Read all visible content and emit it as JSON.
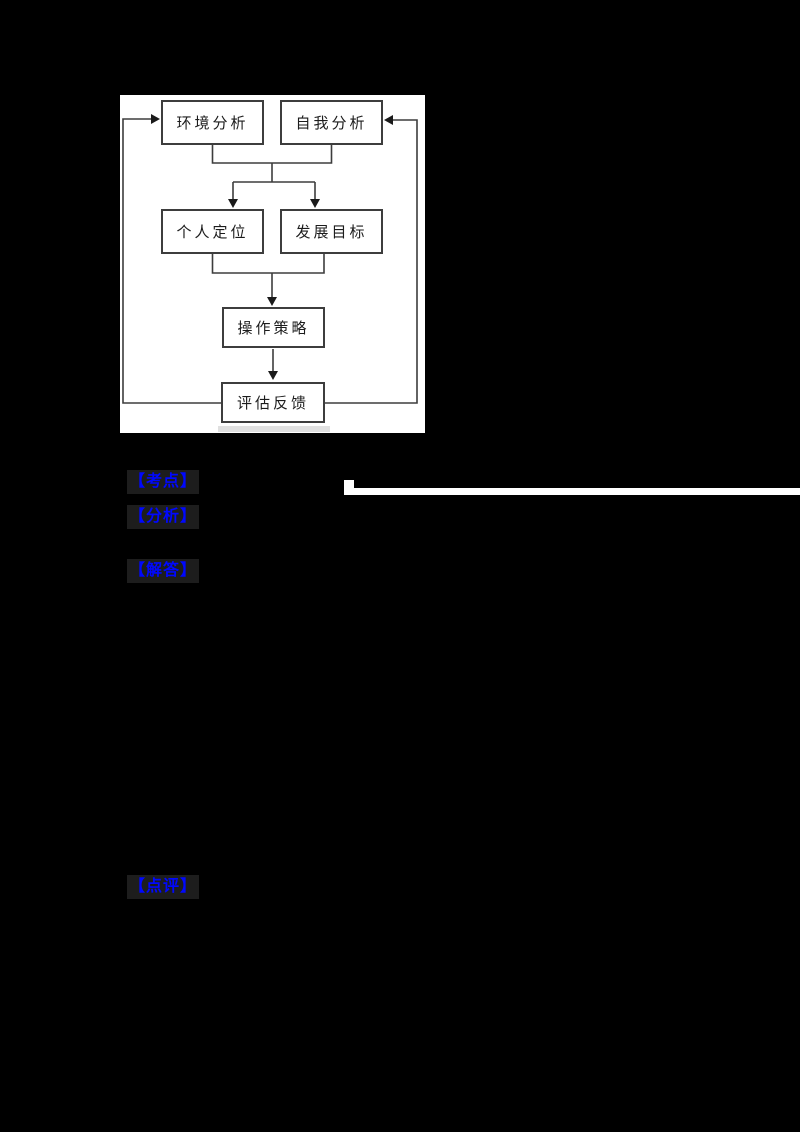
{
  "page": {
    "background": "#000000",
    "type": "exam-explanation-document"
  },
  "figure": {
    "nodes": [
      {
        "id": "env",
        "label": "环境分析"
      },
      {
        "id": "self",
        "label": "自我分析"
      },
      {
        "id": "position",
        "label": "个人定位"
      },
      {
        "id": "goal",
        "label": "发展目标"
      },
      {
        "id": "strategy",
        "label": "操作策略"
      },
      {
        "id": "feedback",
        "label": "评估反馈"
      }
    ],
    "edges": [
      "环境分析+自我分析 -> 个人定位",
      "环境分析+自我分析 -> 发展目标",
      "个人定位+发展目标 -> 操作策略",
      "操作策略 -> 评估反馈",
      "评估反馈 -> 环境分析 (反馈回路)",
      "评估反馈 -> 自我分析 (反馈回路)"
    ]
  },
  "markers": [
    {
      "id": "kaodian",
      "label": "【考点】"
    },
    {
      "id": "fenxi",
      "label": "【分析】"
    },
    {
      "id": "jieda",
      "label": "【解答】"
    },
    {
      "id": "dianping",
      "label": "【点评】"
    }
  ],
  "colors": {
    "marker_blue": "#0008ff",
    "marker_background": "#1d1d1d",
    "figure_background": "#ffffff",
    "diagram_line": "#3d3d3d",
    "page_background": "#000000",
    "rule_white": "#ffffff"
  }
}
